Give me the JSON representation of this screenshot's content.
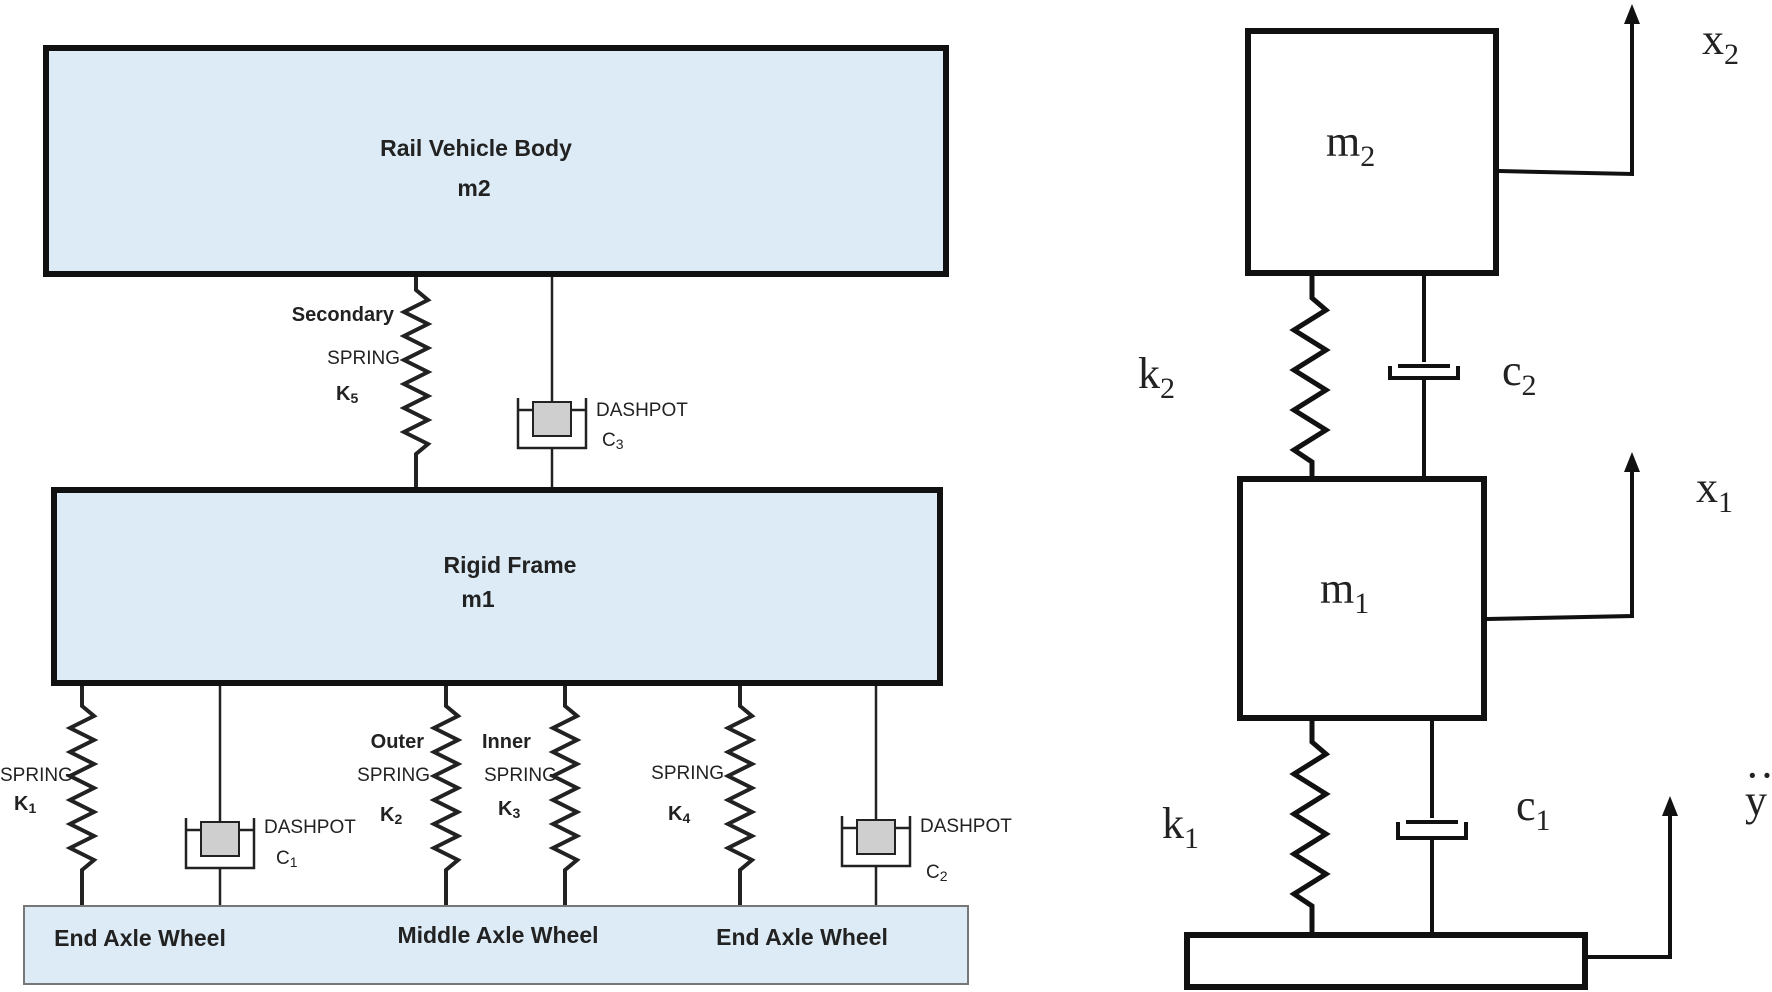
{
  "left": {
    "body": {
      "title": "Rail Vehicle Body",
      "mass": "m2"
    },
    "frame": {
      "title": "Rigid Frame",
      "mass": "m1"
    },
    "secondary": {
      "title": "Secondary",
      "spring": "SPRING",
      "k": "K",
      "k_sub": "5"
    },
    "dashpot_c3": {
      "label": "DASHPOT",
      "c": "C",
      "c_sub": "3"
    },
    "spring_k1": {
      "spring": "SPRING",
      "k": "K",
      "k_sub": "1"
    },
    "dashpot_c1": {
      "label": "DASHPOT",
      "c": "C",
      "c_sub": "1"
    },
    "spring_k2": {
      "title": "Outer",
      "spring": "SPRING",
      "k": "K",
      "k_sub": "2"
    },
    "spring_k3": {
      "title": "Inner",
      "spring": "SPRING",
      "k": "K",
      "k_sub": "3"
    },
    "spring_k4": {
      "spring": "SPRING",
      "k": "K",
      "k_sub": "4"
    },
    "dashpot_c2": {
      "label": "DASHPOT",
      "c": "C",
      "c_sub": "2"
    },
    "wheels": {
      "left": "End Axle Wheel",
      "middle": "Middle Axle Wheel",
      "right": "End Axle Wheel"
    }
  },
  "right": {
    "m2": {
      "base": "m",
      "sub": "2"
    },
    "m1": {
      "base": "m",
      "sub": "1"
    },
    "k2": {
      "base": "k",
      "sub": "2"
    },
    "c2": {
      "base": "c",
      "sub": "2"
    },
    "k1": {
      "base": "k",
      "sub": "1"
    },
    "c1": {
      "base": "c",
      "sub": "1"
    },
    "x2": {
      "base": "x",
      "sub": "2"
    },
    "x1": {
      "base": "x",
      "sub": "1"
    },
    "ydd": {
      "base": "y",
      "dots": "··"
    }
  }
}
